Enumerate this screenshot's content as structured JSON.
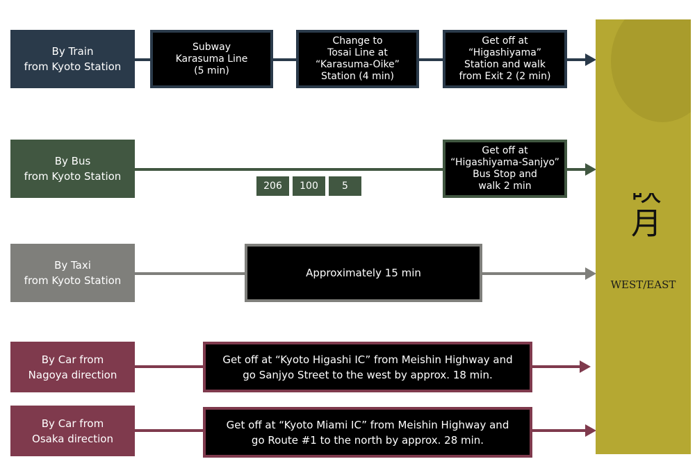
{
  "colors": {
    "train": "#2a3a4a",
    "bus": "#415741",
    "taxi": "#7f7f7b",
    "car": "#7f3a4d",
    "destination": "#b5a832"
  },
  "routes": {
    "train": {
      "label": [
        "By Train",
        "from Kyoto Station"
      ],
      "steps": [
        [
          "Subway",
          "Karasuma Line",
          "(5 min)"
        ],
        [
          "Change to",
          "Tosai Line at",
          "“Karasuma-Oike”",
          "Station (4 min)"
        ],
        [
          "Get off at",
          "“Higashiyama”",
          "Station and walk",
          "from Exit 2 (2 min)"
        ]
      ]
    },
    "bus": {
      "label": [
        "By Bus",
        "from Kyoto Station"
      ],
      "numbers": [
        "206",
        "100",
        "5"
      ],
      "step": [
        "Get off at",
        "“Higashiyama-Sanjyo”",
        "Bus Stop and",
        "walk 2 min"
      ]
    },
    "taxi": {
      "label": [
        "By Taxi",
        "from Kyoto Station"
      ],
      "step": [
        "Approximately 15 min"
      ]
    },
    "car_nagoya": {
      "label": [
        "By Car from",
        "Nagoya direction"
      ],
      "step": [
        "Get off at “Kyoto Higashi IC” from Meishin Highway and",
        "go Sanjyo Street to the west by approx. 18 min."
      ]
    },
    "car_osaka": {
      "label": [
        "By Car from",
        "Osaka direction"
      ],
      "step": [
        "Get off at “Kyoto Miami IC” from Meishin Highway and",
        "go Route #1 to the north by approx. 28 min."
      ]
    }
  },
  "destination": {
    "logo_text": "映月",
    "subtitle": "WEST/EAST"
  }
}
